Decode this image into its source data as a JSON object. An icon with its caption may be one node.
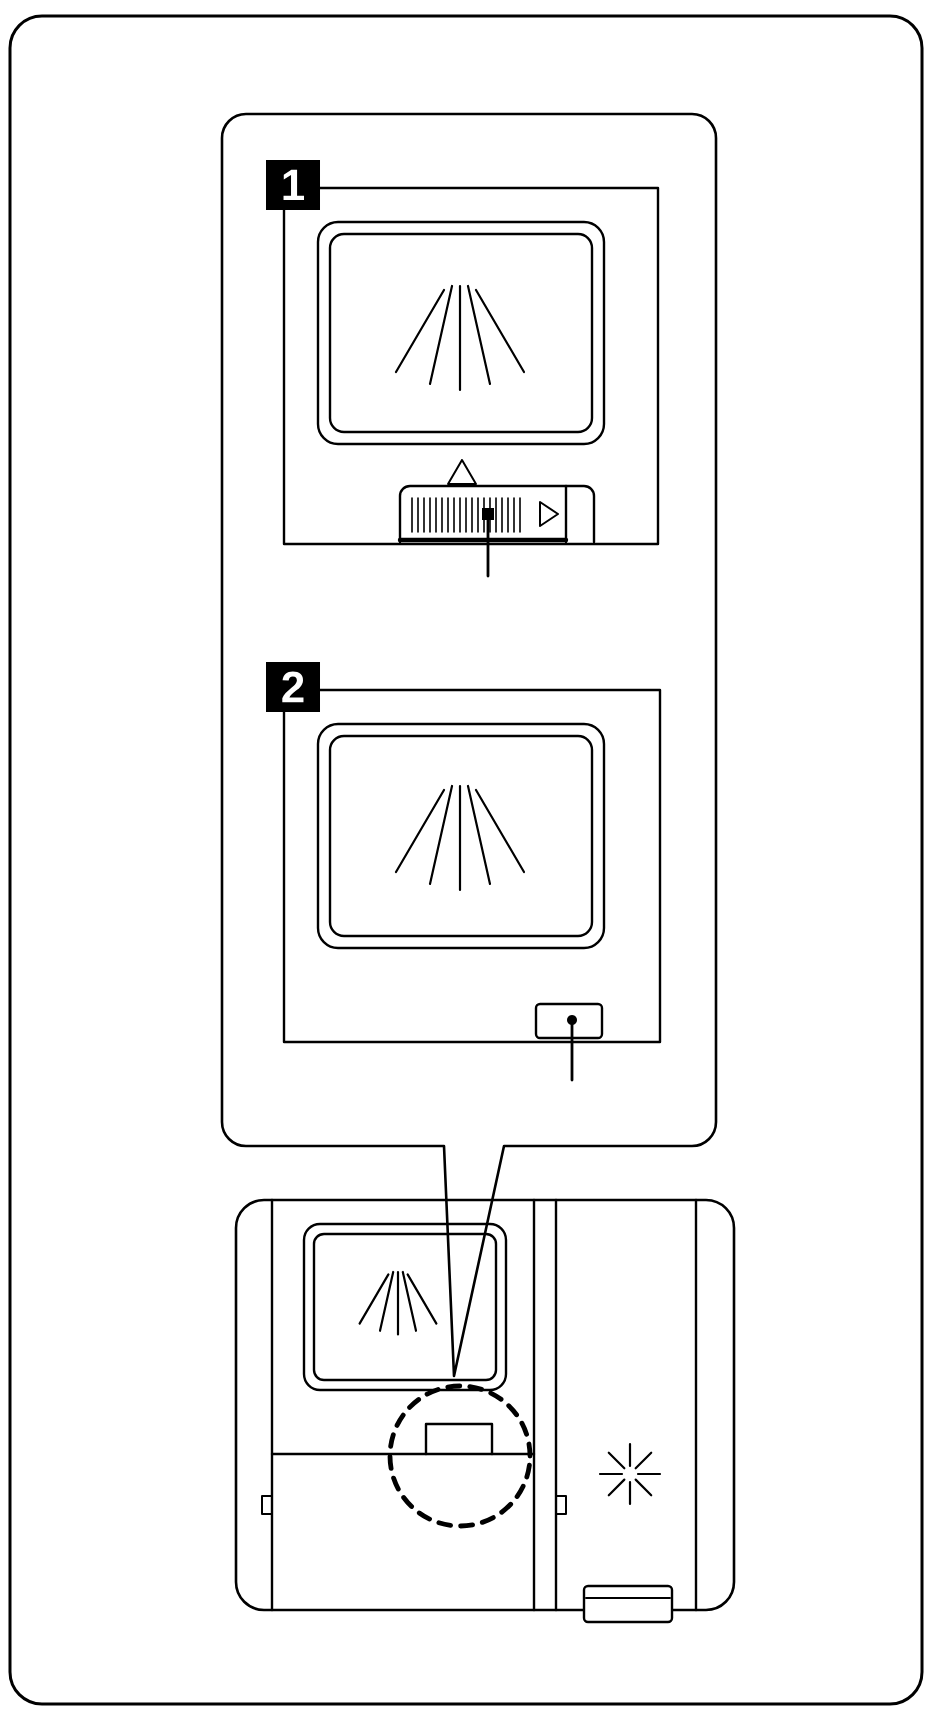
{
  "diagram": {
    "nodes": [
      {
        "text": [],
        "shape": "box"
      },
      {
        "text": [
          "1"
        ],
        "in": 0
      },
      {
        "text": [],
        "shape": "box",
        "in": 1
      },
      {
        "text": [
          "2"
        ],
        "in": 0
      },
      {
        "text": [],
        "shape": "box",
        "in": 3
      }
    ],
    "edges": [
      {
        "from": null,
        "to": 2,
        "arrow": "none"
      },
      {
        "from": null,
        "to": 4,
        "arrow": "none"
      }
    ]
  }
}
